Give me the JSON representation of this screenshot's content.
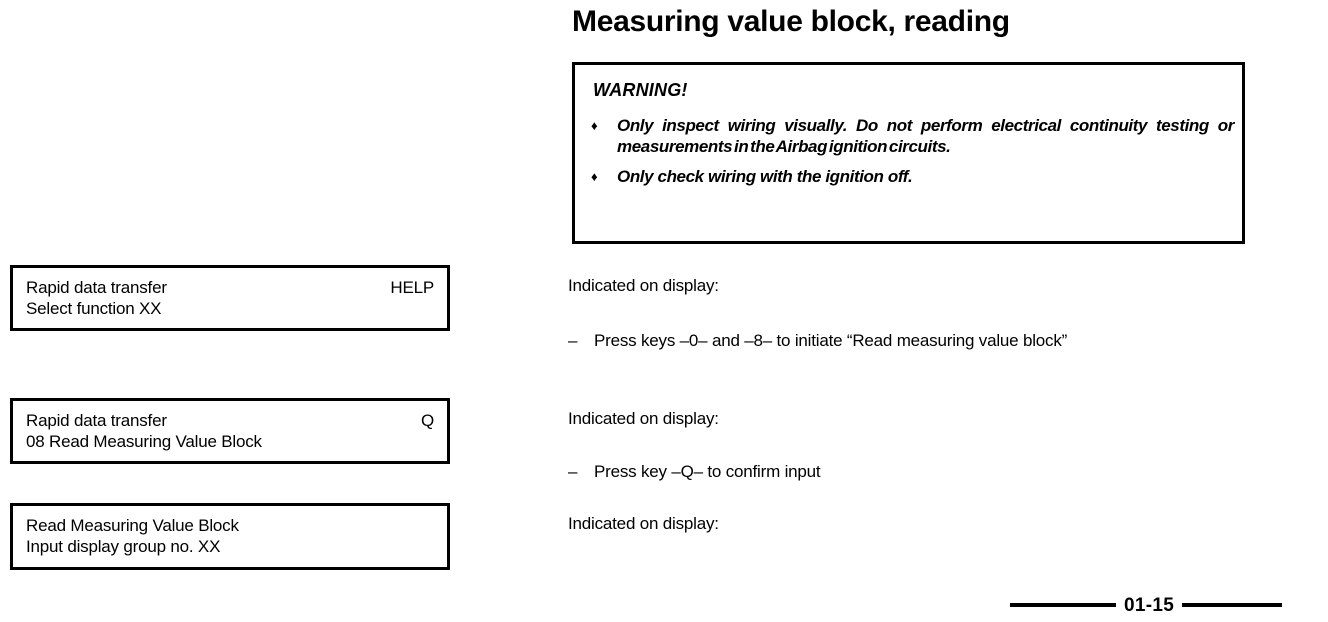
{
  "page": {
    "title": "Measuring value block, reading",
    "footer_page_number": "01-15"
  },
  "warning": {
    "heading": "WARNING!",
    "bullet_glyph": "♦",
    "items": [
      "Only inspect wiring visually. Do not perform electrical continuity testing or measurements in the Airbag ignition circuits.",
      "Only check wiring with the ignition off."
    ]
  },
  "displays": [
    {
      "line1_text": "Rapid data transfer",
      "line1_key": "HELP",
      "line2_text": "Select function XX",
      "line2_key": ""
    },
    {
      "line1_text": "Rapid data transfer",
      "line1_key": "Q",
      "line2_text": "08 Read Measuring Value Block",
      "line2_key": ""
    },
    {
      "line1_text": "Read Measuring Value Block",
      "line1_key": "",
      "line2_text": "Input display group no. XX",
      "line2_key": ""
    }
  ],
  "steps": [
    {
      "label": "Indicated on display:"
    },
    {
      "dash": "–",
      "text": "Press keys –0– and –8– to initiate “Read measuring value block”"
    },
    {
      "label": "Indicated on display:"
    },
    {
      "dash": "–",
      "text": "Press key –Q– to confirm input"
    },
    {
      "label": "Indicated on display:"
    }
  ],
  "colors": {
    "ink": "#000000",
    "paper": "#ffffff"
  }
}
